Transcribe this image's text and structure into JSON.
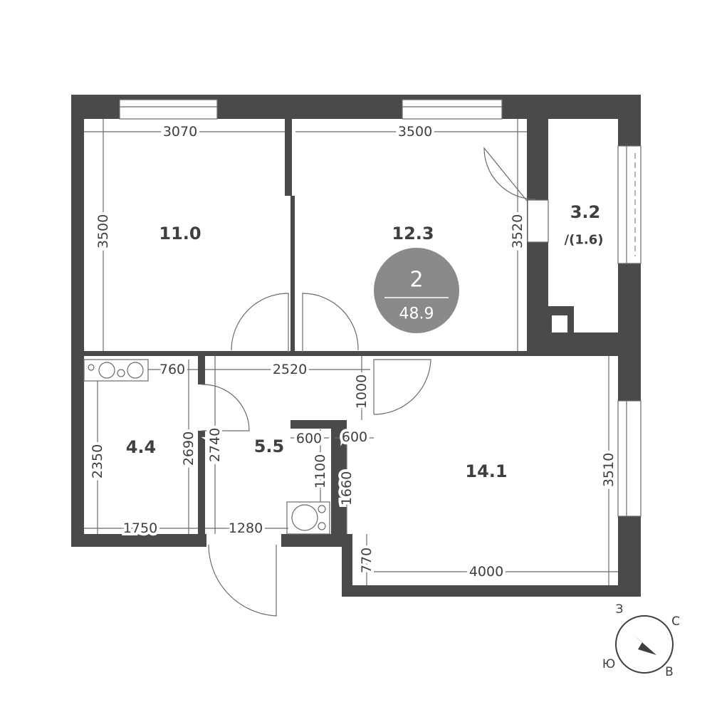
{
  "plan": {
    "rooms_count": "2",
    "total_area": "48.9",
    "badge_color": "#8a8a8a",
    "wall_color": "#4a4a4a",
    "rooms": {
      "room_a": "11.0",
      "room_b": "12.3",
      "balcony": "3.2",
      "balcony_reduced": "/(1.6)",
      "kitchen": "4.4",
      "hall": "5.5",
      "room_c": "14.1"
    },
    "dimensions": {
      "d3070": "3070",
      "d3500h": "3500",
      "d3500v": "3500",
      "d3520": "3520",
      "d760": "760",
      "d2520": "2520",
      "d1000": "1000",
      "d2350": "2350",
      "d2690": "2690",
      "d2740": "2740",
      "d600a": "600",
      "d600b": "600",
      "d1100": "1100",
      "d1660": "1660",
      "d1750": "1750",
      "d1280": "1280",
      "d770": "770",
      "d4000": "4000",
      "d3510": "3510"
    }
  },
  "compass": {
    "north": "С",
    "south": "Ю",
    "east": "В",
    "west": "З"
  }
}
